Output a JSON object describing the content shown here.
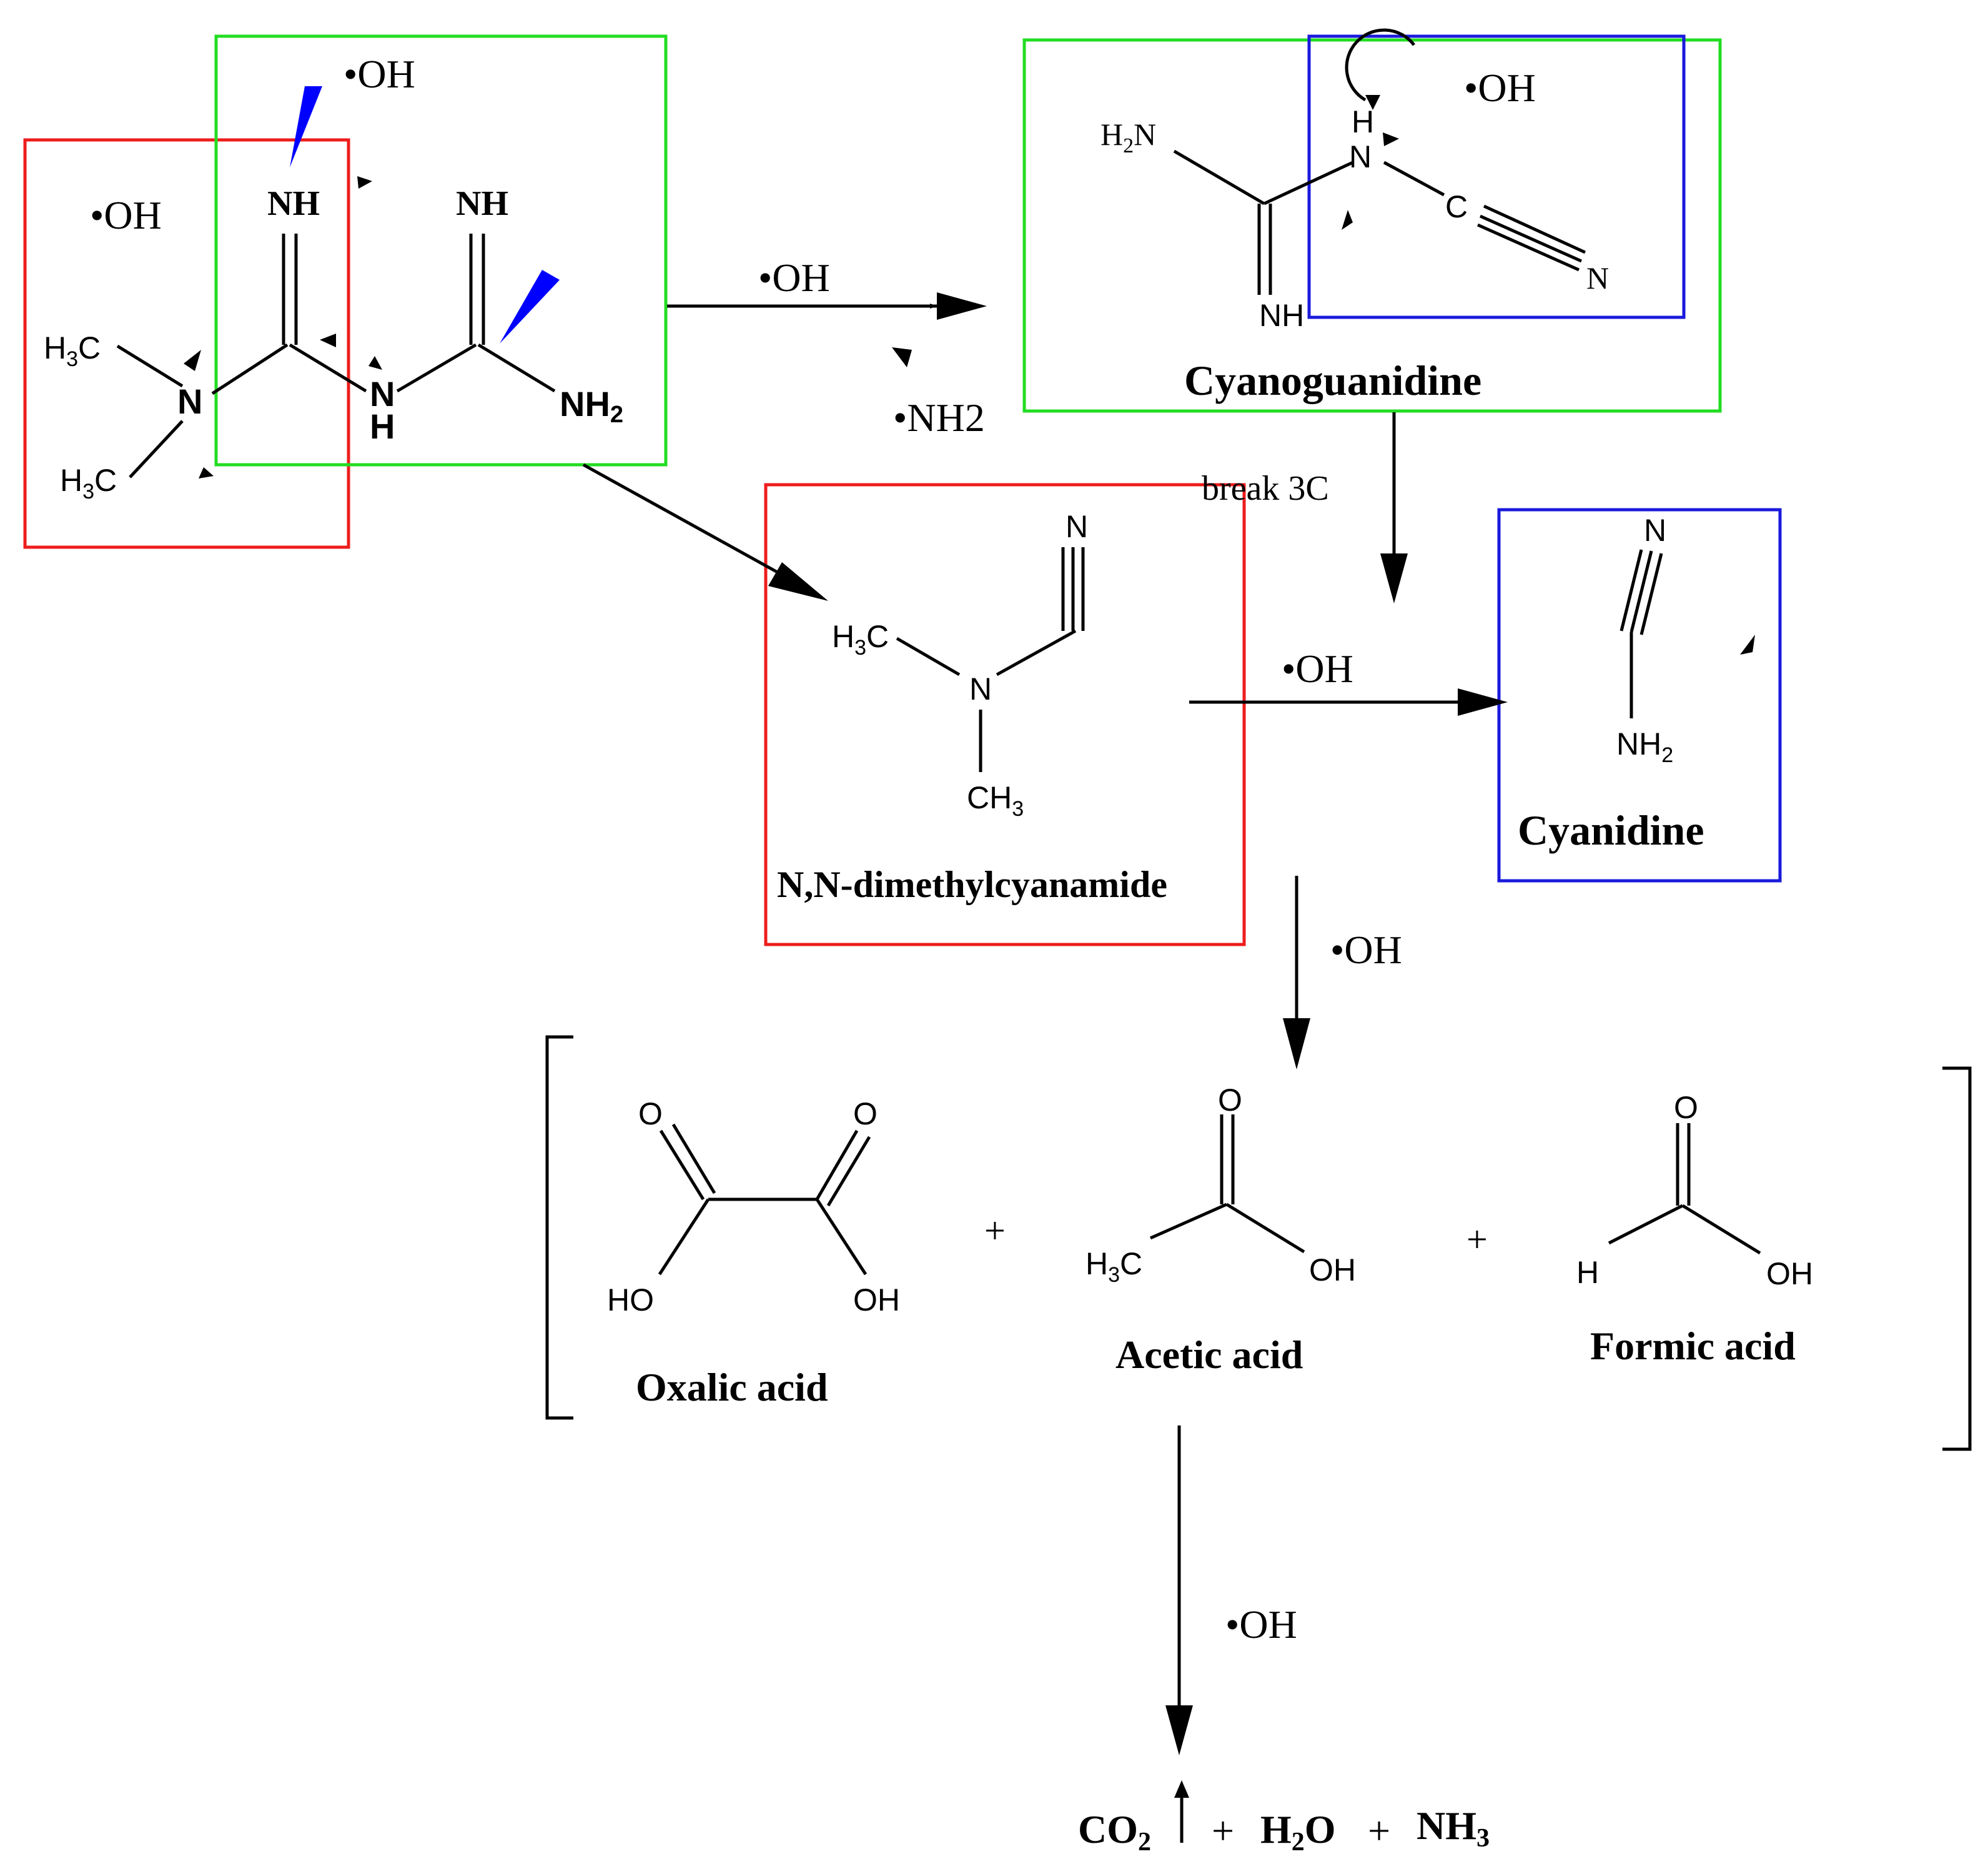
{
  "radical": "•OH",
  "radical_nh2": "•NH2",
  "atoms": {
    "NH": "NH",
    "N": "N",
    "H": "H",
    "NH2": "NH",
    "H2N": "H",
    "H3C": "H",
    "CH3": "CH",
    "C": "C",
    "O": "O",
    "HO": "HO",
    "OH": "OH",
    "sub2": "2",
    "sub3": "3"
  },
  "labels": {
    "cyanoguanidine": "Cyanoguanidine",
    "dimethylcyanamide": "N,N-dimethylcyanamide",
    "cyanidine": "Cyanidine",
    "oxalic_acid": "Oxalic acid",
    "acetic_acid": "Acetic acid",
    "formic_acid": "Formic acid",
    "break_3c": "break 3C",
    "plus": "+"
  },
  "final_products": {
    "co2": "CO",
    "h2o": "H",
    "h2o_tail": "O",
    "nh3": "NH",
    "plus": "+"
  },
  "colors": {
    "red_box": "#ee1c1c",
    "green_box": "#22dd22",
    "blue_box": "#1a1adc",
    "wedge": "#0000ff"
  }
}
